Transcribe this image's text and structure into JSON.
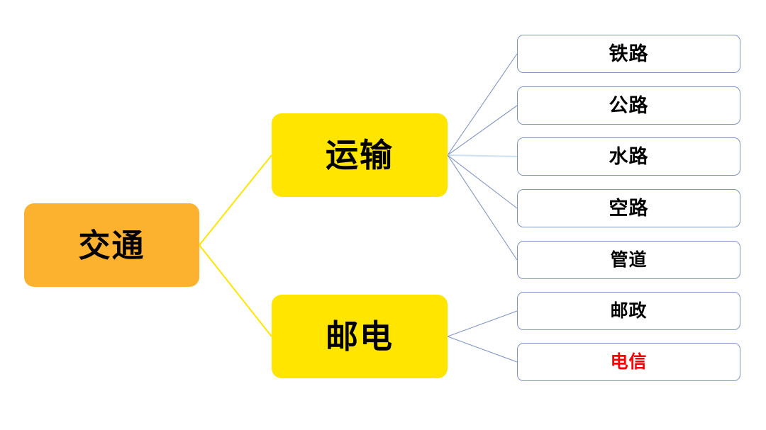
{
  "diagram": {
    "type": "mind-map",
    "title_text": "交通",
    "colors": {
      "root_fill": "#fcb12f",
      "branch_fill": "#ffe500",
      "leaf_fill": "#ffffff",
      "leaf_border": "#8095bf",
      "root_connector": "#ffe500",
      "branch_connector": "#8095bf",
      "text": "#000000",
      "highlight_text": "#fa0000",
      "background": "#ffffff"
    },
    "root": {
      "label": "交通"
    },
    "branches": [
      {
        "label": "运输",
        "leaves": [
          {
            "label": "铁路",
            "color": "#000000"
          },
          {
            "label": "公路",
            "color": "#000000"
          },
          {
            "label": "水路",
            "color": "#000000"
          },
          {
            "label": "空路",
            "color": "#000000"
          },
          {
            "label": "管道",
            "color": "#000000"
          }
        ]
      },
      {
        "label": "邮电",
        "leaves": [
          {
            "label": "邮政",
            "color": "#000000"
          },
          {
            "label": "电信",
            "color": "#fa0000"
          }
        ]
      }
    ]
  }
}
